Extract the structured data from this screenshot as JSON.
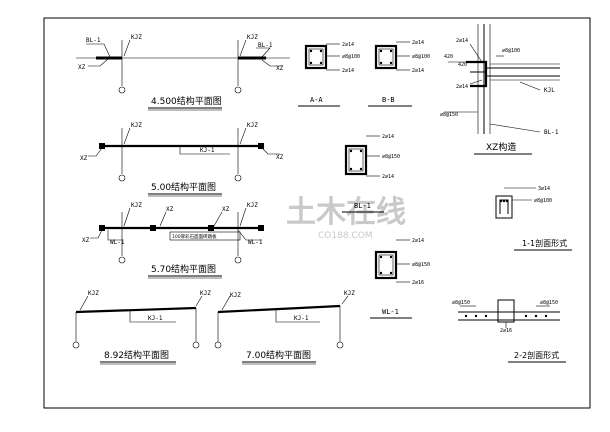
{
  "plans": {
    "p1": {
      "title": "4.500结构平面图",
      "bl": "BL-1",
      "kjz": "KJZ",
      "xz": "XZ"
    },
    "p2": {
      "title": "5.00结构平面图",
      "kjz": "KJZ",
      "xz": "XZ",
      "kj": "KJ-1"
    },
    "p3": {
      "title": "5.70结构平面图",
      "kjz": "KJZ",
      "xz": "XZ",
      "wl": "WL-1",
      "note": "100厚彩石面面砖踏板"
    },
    "p4": {
      "title": "8.92结构平面图",
      "kjz": "KJZ",
      "kj": "KJ-1"
    },
    "p5": {
      "title": "7.00结构平面图",
      "kjz": "KJZ",
      "kj": "KJ-1"
    }
  },
  "sections": {
    "aa": {
      "title": "A-A",
      "top": "2⌀14",
      "stir": "⌀8@100",
      "bot": "2⌀14"
    },
    "bb": {
      "title": "B-B",
      "top": "2⌀14",
      "stir": "⌀8@100",
      "bot": "2⌀14"
    },
    "bl1": {
      "title": "BL-1",
      "top": "2⌀14",
      "stir": "⌀8@150",
      "bot": "2⌀14"
    },
    "wl1": {
      "title": "WL-1",
      "top": "2⌀14",
      "stir": "⌀8@150",
      "bot": "2⌀16"
    },
    "xz": {
      "title": "XZ构造",
      "bar1": "2⌀14",
      "bar2": "2⌀14",
      "stir1": "⌀8@100",
      "stir2": "⌀8@150",
      "d1": "420",
      "d2": "420",
      "kjl": "KJL",
      "bl": "BL-1"
    },
    "s11": {
      "title": "1-1剖面形式",
      "bar": "3⌀14",
      "stir": "⌀8@100"
    },
    "s22": {
      "title": "2-2剖面形式",
      "stir1": "⌀8@150",
      "stir2": "⌀8@150",
      "bot": "2⌀16"
    }
  },
  "watermark": {
    "main": "土木在线",
    "sub": "CO188.COM"
  }
}
